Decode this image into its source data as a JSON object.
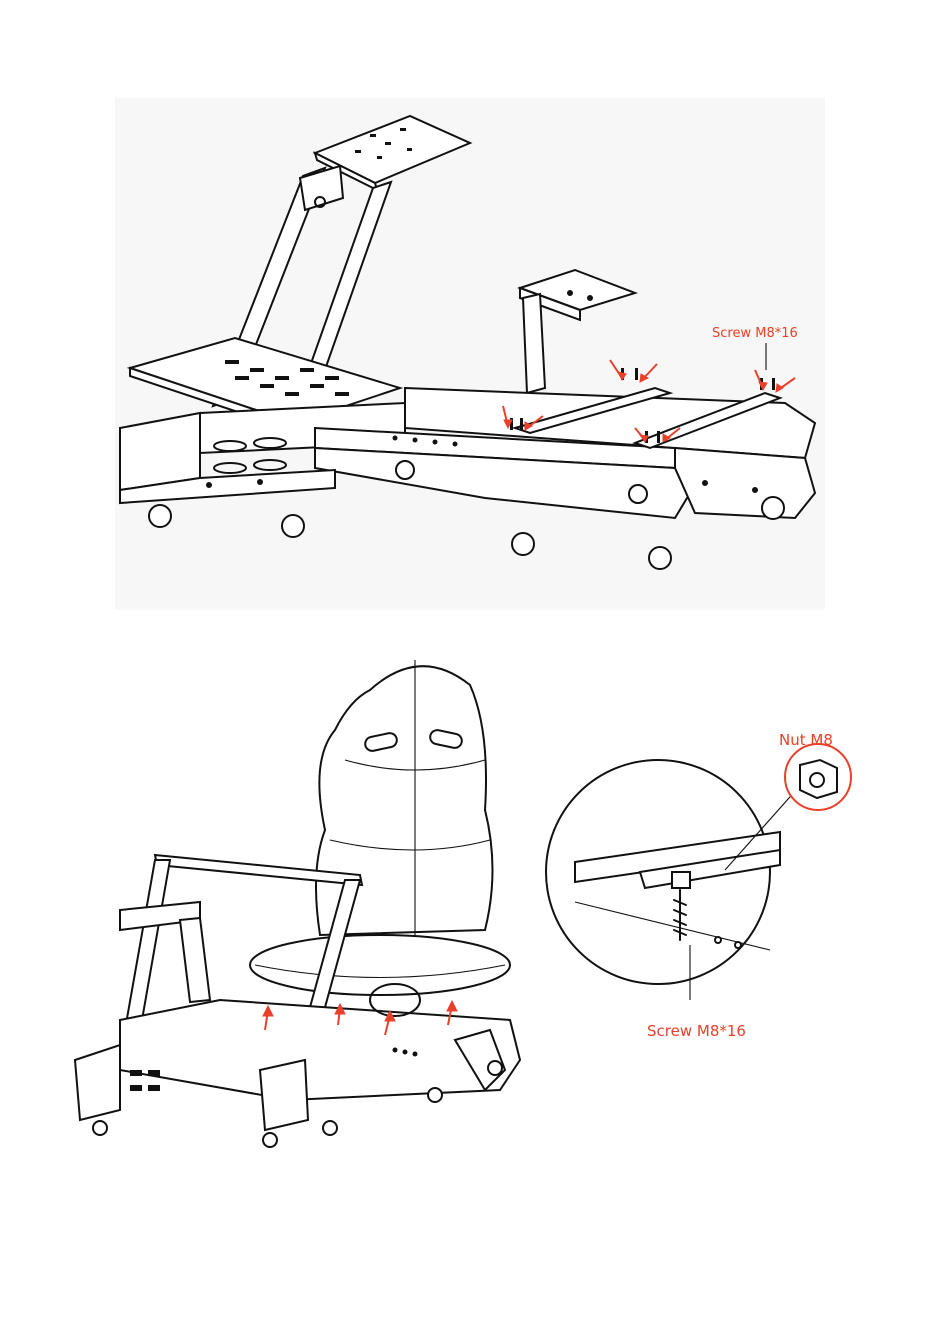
{
  "labels": {
    "screw_top": "Screw M8*16",
    "nut": "Nut M8",
    "screw_bottom": "Screw M8*16"
  },
  "colors": {
    "annotation": "#e8402a",
    "line": "#111111",
    "panel_bg": "#f7f7f7"
  }
}
